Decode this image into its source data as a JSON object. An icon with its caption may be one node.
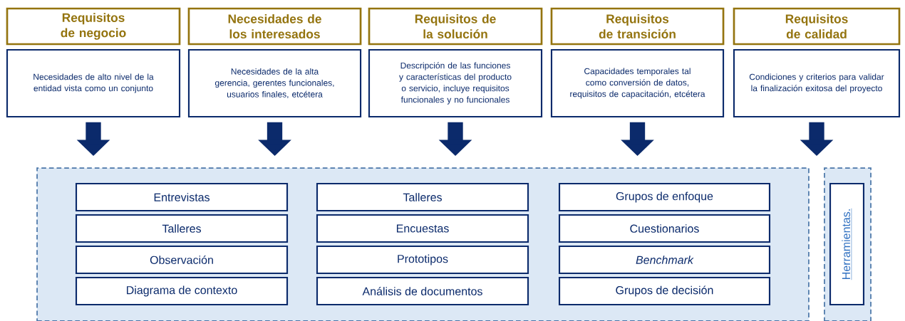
{
  "diagram": {
    "nodes": [
      {
        "text": [
          "Requisitos de negocio"
        ]
      },
      {
        "text": [
          "Necesidades de los interesados"
        ]
      },
      {
        "text": [
          "Requisitos de la solución"
        ]
      },
      {
        "text": [
          "Requisitos de transición"
        ]
      },
      {
        "text": [
          "Requisitos de calidad"
        ]
      },
      {
        "text": [
          "Necesidades de alto nivel de la entidad vista como un conjunto"
        ]
      },
      {
        "text": [
          "Necesidades de la alta gerencia, gerentes funcionales, usuarios finales, etcétera"
        ]
      },
      {
        "text": [
          "Descripción de las funciones y características del producto o servicio, incluye requisitos funcionales y no funcionales"
        ]
      },
      {
        "text": [
          "Capacidades temporales tal como conversión de datos, requisitos de capacitación, etcétera"
        ]
      },
      {
        "text": [
          "Condiciones y criterios para validar la finalización exitosa del proyecto"
        ]
      },
      {
        "text": [],
        "shape": "box"
      },
      {
        "text": [
          "Entrevistas"
        ],
        "in": 10
      },
      {
        "text": [
          "Talleres"
        ],
        "in": 10
      },
      {
        "text": [
          "Observación"
        ],
        "in": 10
      },
      {
        "text": [
          "Diagrama de contexto"
        ],
        "in": 10
      },
      {
        "text": [
          "Talleres"
        ],
        "in": 10
      },
      {
        "text": [
          "Encuestas"
        ],
        "in": 10
      },
      {
        "text": [
          "Prototipos"
        ],
        "in": 10
      },
      {
        "text": [
          "Análisis de documentos"
        ],
        "in": 10
      },
      {
        "text": [
          "Grupos de enfoque"
        ],
        "in": 10
      },
      {
        "text": [
          "Cuestionarios"
        ],
        "in": 10
      },
      {
        "text": [
          "Benchmark"
        ],
        "in": 10
      },
      {
        "text": [
          "Grupos de decisión"
        ],
        "in": 10
      },
      {
        "text": [],
        "shape": "box"
      },
      {
        "text": [
          "Herramientas."
        ],
        "in": 23
      }
    ],
    "edges": [
      {
        "from": 5,
        "to": 10,
        "arrow": "to"
      },
      {
        "from": 6,
        "to": 10,
        "arrow": "to"
      },
      {
        "from": 7,
        "to": 10,
        "arrow": "to"
      },
      {
        "from": 8,
        "to": 10,
        "arrow": "to"
      },
      {
        "from": 9,
        "to": 23,
        "arrow": "to"
      }
    ]
  }
}
